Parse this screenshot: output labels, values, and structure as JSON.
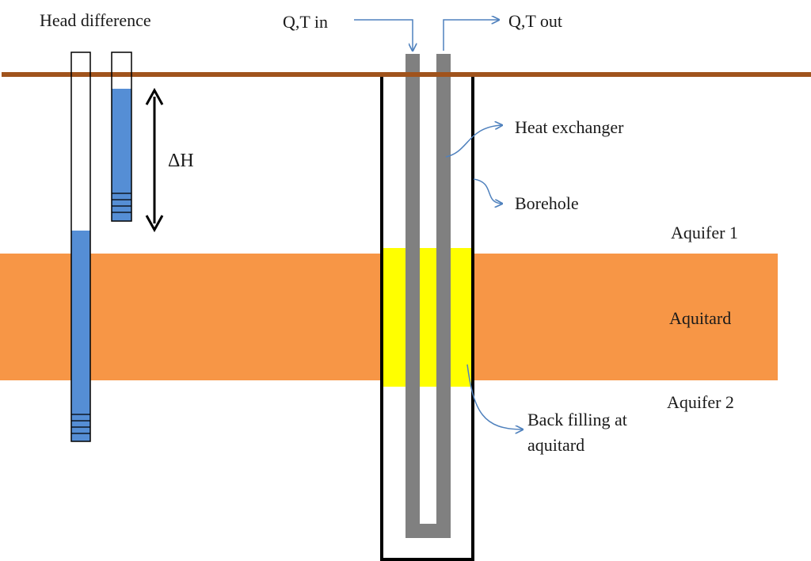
{
  "labels": {
    "head_difference": "Head difference",
    "delta_h": "ΔH",
    "q_t_in": "Q,T in",
    "q_t_out": "Q,T out",
    "heat_exchanger": "Heat exchanger",
    "borehole": "Borehole",
    "aquifer_1": "Aquifer 1",
    "aquitard": "Aquitard",
    "aquifer_2": "Aquifer 2",
    "back_filling_line1": "Back filling at",
    "back_filling_line2": "aquitard"
  },
  "colors": {
    "ground_surface": "#a0531c",
    "aquitard_fill": "#f79646",
    "back_filling": "#ffff00",
    "water": "#558ed5",
    "pipe": "#808080",
    "leader": "#4f81bd",
    "outline": "#000000"
  },
  "icons": {
    "head_arrow": "double-headed-vertical-arrow",
    "callout": "curved-leader-arrow"
  }
}
